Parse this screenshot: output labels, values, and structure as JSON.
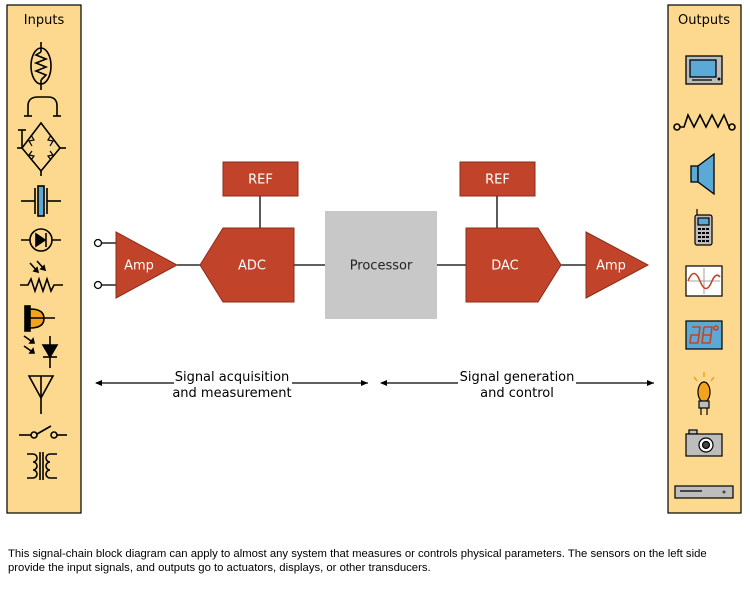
{
  "inputs_panel": {
    "title": "Inputs"
  },
  "outputs_panel": {
    "title": "Outputs"
  },
  "blocks": {
    "amp_in": "Amp",
    "adc": "ADC",
    "ref_adc": "REF",
    "processor": "Processor",
    "ref_dac": "REF",
    "dac": "DAC",
    "amp_out": "Amp"
  },
  "ranges": {
    "acquisition": {
      "line1": "Signal acquisition",
      "line2": "and measurement"
    },
    "generation": {
      "line1": "Signal generation",
      "line2": "and control"
    }
  },
  "caption": "This signal-chain block diagram can apply to almost any system that measures or controls physical parameters. The sensors on the left side provide the input signals, and outputs go to actuators, displays, or other transducers.",
  "colors": {
    "panel": "#fcd98f",
    "block": "#c1442a",
    "processor": "#c8c8c8",
    "display_screen": "#5ba9d6"
  }
}
